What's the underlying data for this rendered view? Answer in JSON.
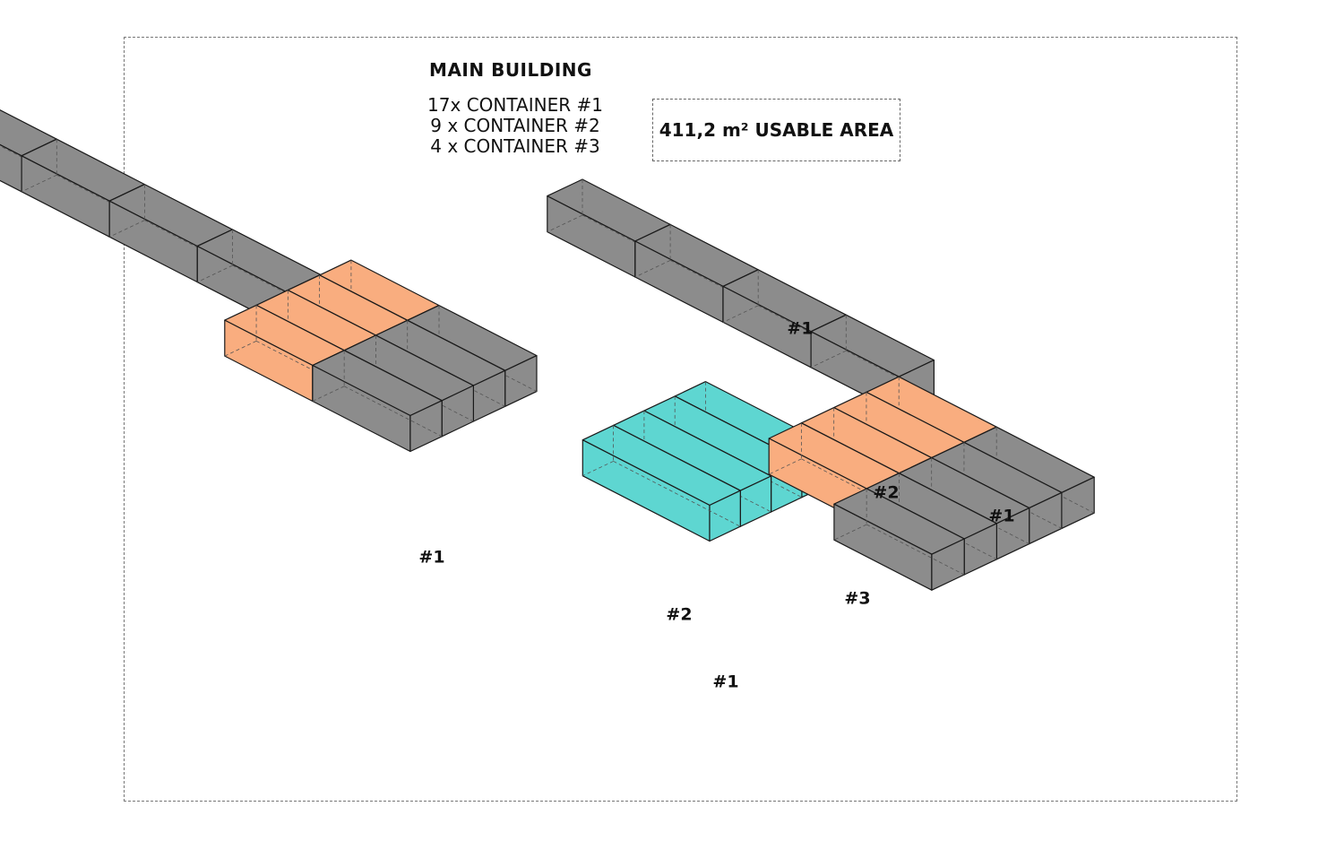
{
  "header": {
    "title": "MAIN BUILDING",
    "counts": [
      "17x CONTAINER #1",
      "9 x CONTAINER #2",
      "4 x CONTAINER #3"
    ],
    "area": "411,2 m² USABLE AREA"
  },
  "colors": {
    "container_1": "#8c8c8c",
    "container_2": "#f9ad7f",
    "container_3": "#5ed6d1",
    "edge": "#1a1a1a",
    "hidden_edge": "#555555"
  },
  "labels": {
    "arm_top": "#1",
    "arm_left": "#1",
    "front_2": "#2",
    "front_1": "#1",
    "back_2": "#2",
    "back_1": "#1",
    "middle_3": "#3"
  }
}
